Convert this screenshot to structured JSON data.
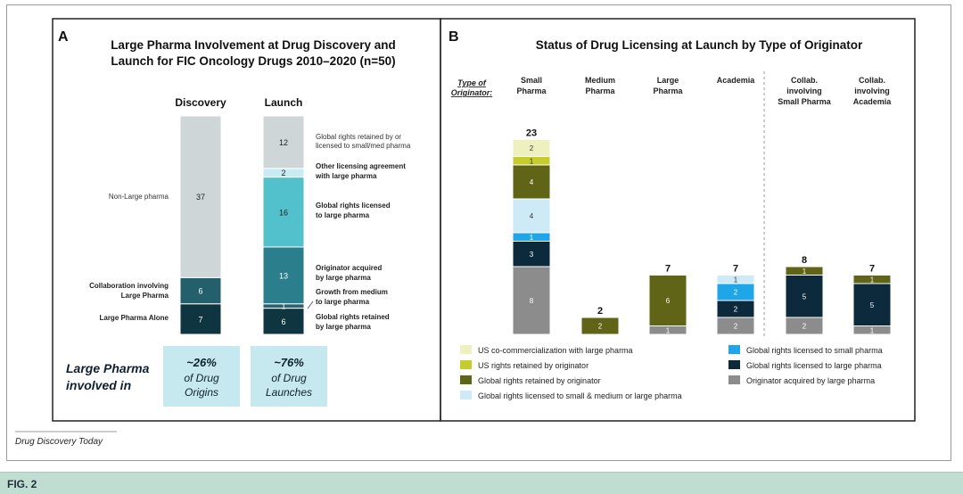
{
  "colors": {
    "frame": "#222222",
    "nonlarge": "#cfd6d8",
    "collab": "#23606b",
    "alone": "#0f3640",
    "retained_small": "#cfd6d8",
    "other_licensing": "#c9ebf4",
    "licensed_large_light": "#52c1cc",
    "acquired_teal": "#2b7e8c",
    "growth": "#2c6370",
    "retained_large": "#0f3640",
    "callout_bg": "#c6e9ef",
    "us_cocomm": "#eef0be",
    "us_rights": "#c5cc2b",
    "global_retained": "#5f6417",
    "licensed_sm_or_large": "#cfeaf7",
    "licensed_small": "#1fa6e8",
    "licensed_large": "#0c2a3b",
    "acquired": "#8c8c8c",
    "fig_bar": "#bfddd1"
  },
  "panel_a": {
    "letter": "A",
    "title_line1": "Large Pharma Involvement at Drug Discovery and",
    "title_line2": "Launch for FIC Oncology Drugs 2010–2020 (n=50)",
    "discovery_header": "Discovery",
    "launch_header": "Launch",
    "discovery_labels": [
      "Non-Large pharma",
      "Collaboration involving",
      "Large Pharma",
      "Large Pharma Alone"
    ],
    "launch_labels": [
      [
        "Global rights retained by or",
        "licensed to small/med pharma"
      ],
      [
        "Other licensing agreement",
        "with large pharma"
      ],
      [
        "Global rights licensed",
        "to large pharma"
      ],
      [
        "Originator acquired",
        "by large pharma"
      ],
      [
        "Growth from medium",
        "to large pharma"
      ],
      [
        "Global rights retained",
        "by large pharma"
      ]
    ],
    "callout_label_line1": "Large Pharma",
    "callout_label_line2": "involved in",
    "callout_discovery": {
      "pct": "~26%",
      "line1": "of Drug",
      "line2": "Origins"
    },
    "callout_launch": {
      "pct": "~76%",
      "line1": "of Drug",
      "line2": "Launches"
    }
  },
  "panel_b": {
    "letter": "B",
    "title": "Status of Drug Licensing at Launch by Type of Originator",
    "type_label_line1": "Type of",
    "type_label_line2": "Originator:",
    "legend": [
      {
        "label": "US co-commercialization with large pharma",
        "color": "#eef0be"
      },
      {
        "label": "US rights retained by originator",
        "color": "#c5cc2b"
      },
      {
        "label": "Global rights retained by originator",
        "color": "#5f6417"
      },
      {
        "label": "Global rights licensed to small & medium or large pharma",
        "color": "#cfeaf7"
      },
      {
        "label": "Global rights licensed to small pharma",
        "color": "#1fa6e8"
      },
      {
        "label": "Global rights licensed to large pharma",
        "color": "#0c2a3b"
      },
      {
        "label": "Originator acquired by large pharma",
        "color": "#8c8c8c"
      }
    ]
  },
  "source": "Drug Discovery Today",
  "fig_label": "FIG. 2",
  "chart_data": [
    {
      "type": "bar",
      "title": "Large Pharma Involvement at Drug Discovery and Launch for FIC Oncology Drugs 2010–2020 (n=50)",
      "categories": [
        "Discovery",
        "Launch"
      ],
      "series": [
        {
          "name": "Non-Large pharma",
          "values": [
            37,
            null
          ]
        },
        {
          "name": "Collaboration involving Large Pharma",
          "values": [
            6,
            null
          ]
        },
        {
          "name": "Large Pharma Alone",
          "values": [
            7,
            null
          ]
        },
        {
          "name": "Global rights retained by or licensed to small/med pharma",
          "values": [
            null,
            12
          ]
        },
        {
          "name": "Other licensing agreement with large pharma",
          "values": [
            null,
            2
          ]
        },
        {
          "name": "Global rights licensed to large pharma",
          "values": [
            null,
            16
          ]
        },
        {
          "name": "Originator acquired by large pharma",
          "values": [
            null,
            13
          ]
        },
        {
          "name": "Growth from medium to large pharma",
          "values": [
            null,
            1
          ]
        },
        {
          "name": "Global rights retained by large pharma",
          "values": [
            null,
            6
          ]
        }
      ],
      "ylim": [
        0,
        50
      ]
    },
    {
      "type": "bar",
      "title": "Status of Drug Licensing at Launch by Type of Originator",
      "xlabel": "Type of Originator:",
      "categories": [
        "Small Pharma",
        "Medium Pharma",
        "Large Pharma",
        "Academia",
        "Collab. involving Small Pharma",
        "Collab. involving Academia"
      ],
      "category_lines": [
        [
          "Small",
          "Pharma"
        ],
        [
          "Medium",
          "Pharma"
        ],
        [
          "Large",
          "Pharma"
        ],
        [
          "Academia"
        ],
        [
          "Collab.",
          "involving",
          "Small Pharma"
        ],
        [
          "Collab.",
          "involving",
          "Academia"
        ]
      ],
      "totals": [
        23,
        2,
        7,
        7,
        8,
        7
      ],
      "series": [
        {
          "name": "Originator acquired by large pharma",
          "values": [
            8,
            0,
            1,
            2,
            2,
            1
          ]
        },
        {
          "name": "Global rights licensed to large pharma",
          "values": [
            3,
            0,
            0,
            2,
            5,
            5
          ]
        },
        {
          "name": "Global rights licensed to small pharma",
          "values": [
            1,
            0,
            0,
            2,
            0,
            0
          ]
        },
        {
          "name": "Global rights licensed to small & medium or large pharma",
          "values": [
            4,
            0,
            0,
            1,
            0,
            0
          ]
        },
        {
          "name": "Global rights retained by originator",
          "values": [
            4,
            2,
            6,
            0,
            1,
            1
          ]
        },
        {
          "name": "US rights retained by originator",
          "values": [
            1,
            0,
            0,
            0,
            0,
            0
          ]
        },
        {
          "name": "US co-commercialization with large pharma",
          "values": [
            2,
            0,
            0,
            0,
            0,
            0
          ]
        }
      ],
      "ylim": [
        0,
        23
      ]
    }
  ]
}
